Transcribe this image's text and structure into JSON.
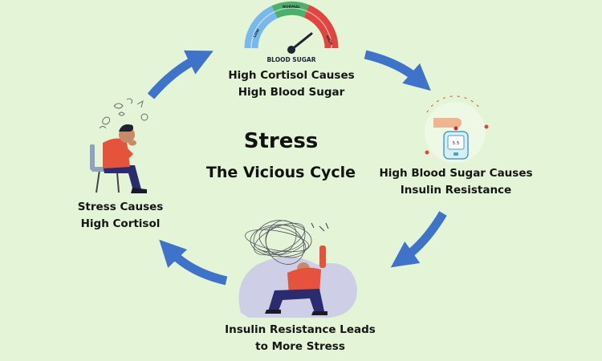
{
  "center": {
    "title": "Stress",
    "subtitle": "The Vicious Cycle"
  },
  "steps": [
    {
      "line1": "High Cortisol Causes",
      "line2": "High Blood Sugar"
    },
    {
      "line1": "High Blood Sugar Causes",
      "line2": "Insulin Resistance"
    },
    {
      "line1": "Insulin Resistance Leads",
      "line2": "to More Stress"
    },
    {
      "line1": "Stress Causes",
      "line2": "High Cortisol"
    }
  ],
  "gauge": {
    "caption": "BLOOD SUGAR",
    "low": "LOW",
    "normal": "NORMAL",
    "high": "HIGH"
  },
  "meter": {
    "reading": "5.5"
  },
  "colors": {
    "background": "#e3f4d7",
    "arrow": "#3f73c9",
    "gauge_low": "#79b8ea",
    "gauge_normal": "#4bb16a",
    "gauge_high": "#e0453f",
    "shirt": "#e5533d",
    "pants": "#2b2c6e"
  }
}
